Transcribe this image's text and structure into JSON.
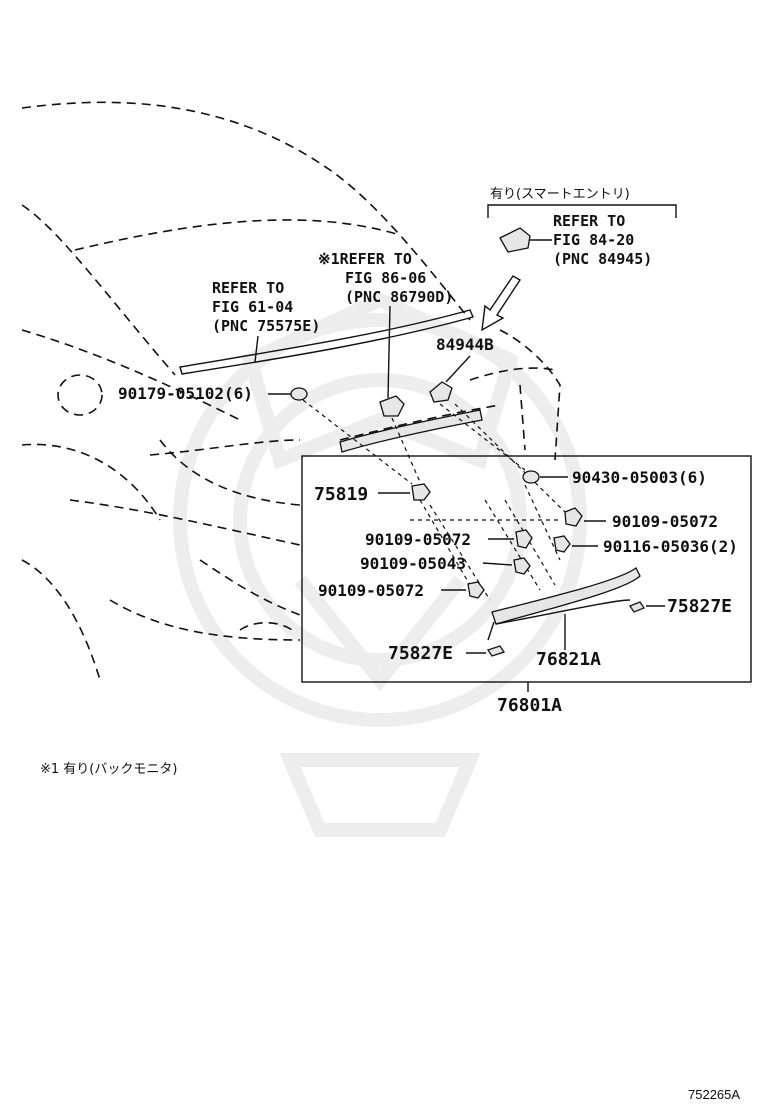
{
  "notes": {
    "smart_entry": "有り(スマートエントリ)",
    "footnote": "※1 有り(バックモニタ)",
    "figure_code": "752265A"
  },
  "refs": {
    "ref1": {
      "line1": "REFER TO",
      "line2": "FIG 84-20",
      "line3": "(PNC 84945)"
    },
    "ref2": {
      "line1": "※1REFER TO",
      "line2": "FIG 86-06",
      "line3": "(PNC 86790D)"
    },
    "ref3": {
      "line1": "REFER TO",
      "line2": "FIG 61-04",
      "line3": "(PNC 75575E)"
    }
  },
  "parts": {
    "p84944B": "84944B",
    "p90179": "90179-05102(6)",
    "p90430": "90430-05003(6)",
    "p75819": "75819",
    "p90109_r": "90109-05072",
    "p90109_l": "90109-05072",
    "p90116": "90116-05036(2)",
    "p90109_05043": "90109-05043",
    "p90109_bl": "90109-05072",
    "p75827E_r": "75827E",
    "p75827E_l": "75827E",
    "p76821A": "76821A",
    "p76801A": "76801A"
  }
}
